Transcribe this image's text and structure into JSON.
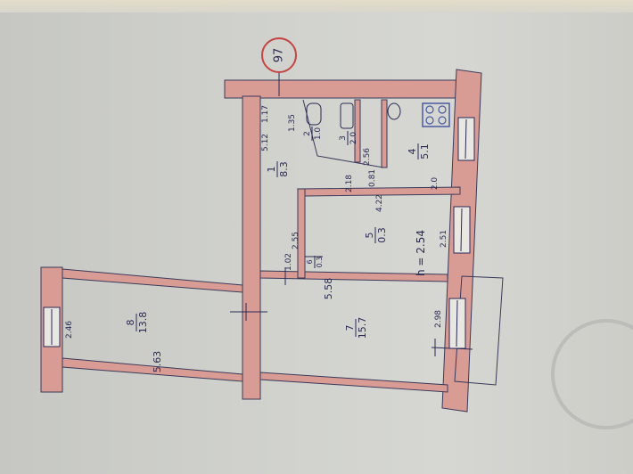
{
  "plan": {
    "sheet_number": "97",
    "height_note": "h = 2.54",
    "rooms": [
      {
        "number": "1",
        "area": "8.3"
      },
      {
        "number": "2",
        "area": "1.0"
      },
      {
        "number": "3",
        "area": "2.0"
      },
      {
        "number": "4",
        "area": "5.1"
      },
      {
        "number": "5",
        "area": "0.3"
      },
      {
        "number": "6",
        "area": "0.3"
      },
      {
        "number": "7",
        "area": "15.7"
      },
      {
        "number": "8",
        "area": "13.8"
      }
    ],
    "dimensions": [
      "1.17",
      "1.35",
      "5.12",
      "2.18",
      "2.0",
      "4.22",
      "2.56",
      "0.81",
      "2.55",
      "2.51",
      "1.02",
      "5.58",
      "2.98",
      "5.63",
      "2.46"
    ]
  },
  "colors": {
    "wall": "#d89c95",
    "ink": "#2a2a55",
    "stamp": "#c44444"
  }
}
